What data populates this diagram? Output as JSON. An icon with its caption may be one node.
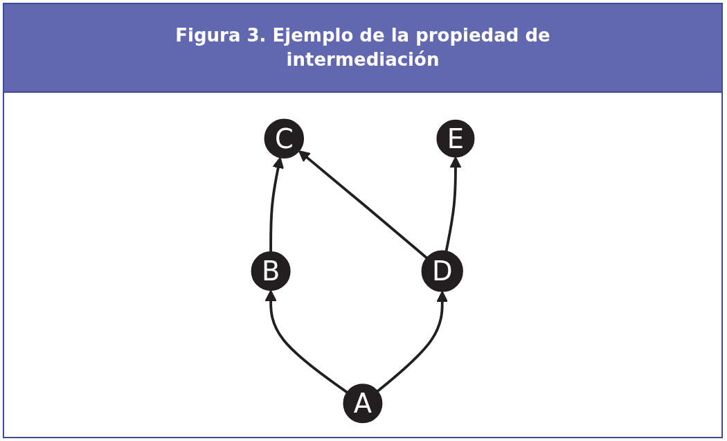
{
  "diagram": {
    "title": "Figura 3. Ejemplo de la propiedad de intermediación",
    "nodes": [
      {
        "text": [
          "C"
        ]
      },
      {
        "text": [
          "B"
        ]
      },
      {
        "text": [
          "D"
        ]
      },
      {
        "text": [
          "E"
        ]
      },
      {
        "text": [
          "A"
        ]
      }
    ],
    "edges": [
      {
        "from": 1,
        "to": 0,
        "arrow": "to"
      },
      {
        "from": 2,
        "to": 0,
        "arrow": "to"
      },
      {
        "from": 2,
        "to": 3,
        "arrow": "to"
      },
      {
        "from": 4,
        "to": 1,
        "arrow": "to"
      },
      {
        "from": 4,
        "to": 2,
        "arrow": "to"
      }
    ]
  }
}
